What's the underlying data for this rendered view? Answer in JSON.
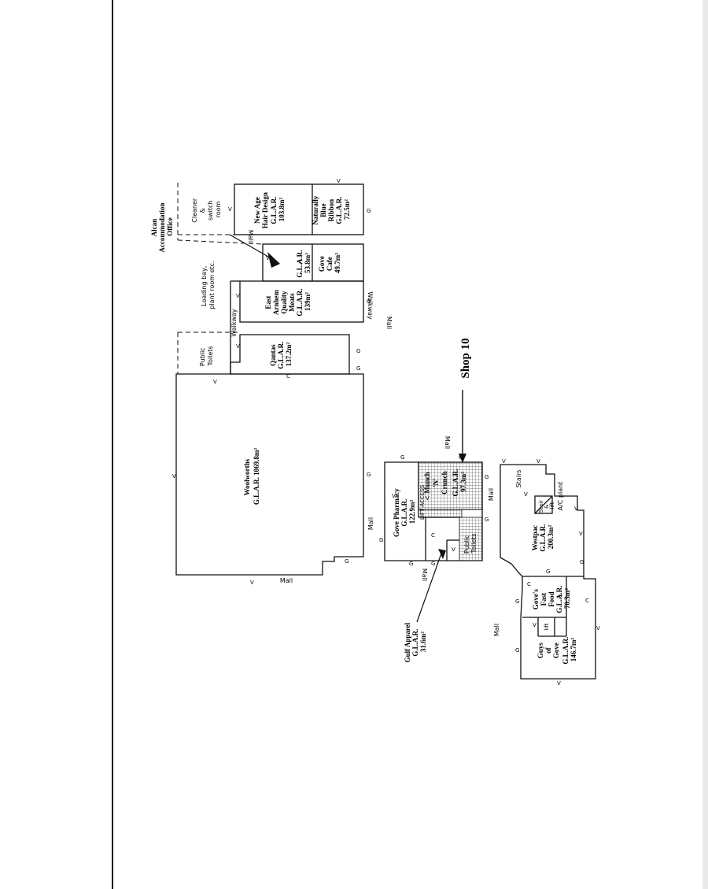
{
  "labels": {
    "alcan": [
      "Alcan",
      "Accommodation",
      "Office"
    ],
    "cleaner": [
      "Cleaner",
      "&",
      "switch",
      "room"
    ],
    "loading": [
      "Loading bay,",
      "plant room etc."
    ],
    "public_toilets_top": [
      "Public",
      "Toilets"
    ],
    "walkway": "Walkway",
    "new_age": [
      "New Age",
      "Hair Design",
      "G.L.A.R.",
      "103.8m²"
    ],
    "naturally": [
      "Naturally",
      "Blue",
      "Ribbon",
      "G.L.A.R.",
      "72.5m²"
    ],
    "unit_53": [
      "G.L.A.R.",
      "53.8m²"
    ],
    "gove_cafe": [
      "Gove",
      "Cafe",
      "49.7m²"
    ],
    "east_arnhem": [
      "East",
      "Arnhem",
      "Quality",
      "Meats",
      "G.L.A.R.",
      "139m²"
    ],
    "qantas": [
      "Qantas",
      "G.L.A.R.",
      "137.2m²"
    ],
    "woolworths": [
      "Woolworths",
      "G.L.A.R. 1069.8m²"
    ],
    "shop10": "Shop 10",
    "gove_pharmacy": [
      "Gove Pharmacy",
      "G.L.A.R.",
      "122.9m²"
    ],
    "munch": [
      "Munch",
      "'N'",
      "Crunch",
      "G.L.A.R.",
      "97.3m²"
    ],
    "lift_access": "LIFT ACCESS",
    "public_toilets_mid": [
      "Public",
      "Toilets"
    ],
    "gulf_apparel": [
      "Gulf Apparel",
      "G.L.A.R.",
      "31.6m²"
    ],
    "stairs": "Stairs",
    "ac_plant": "A/C plant",
    "stair_lift": [
      "Stair",
      "&",
      "lift"
    ],
    "westpac": [
      "Westpac",
      "G.L.A.R.",
      "200.3m²"
    ],
    "goves_fast_food": [
      "Gove's",
      "Fast",
      "Food",
      "G.L.A.R.",
      "70.3m²"
    ],
    "guys_of_gove": [
      "Guys",
      "of",
      "Gove",
      "G.L.A.R.",
      "146.7m²"
    ],
    "lift_small": "lift",
    "mall": "Mall",
    "marker_v": "V",
    "marker_g": "G",
    "marker_c": "C"
  },
  "colors": {
    "line": "#111111",
    "hatch": "#555555"
  }
}
